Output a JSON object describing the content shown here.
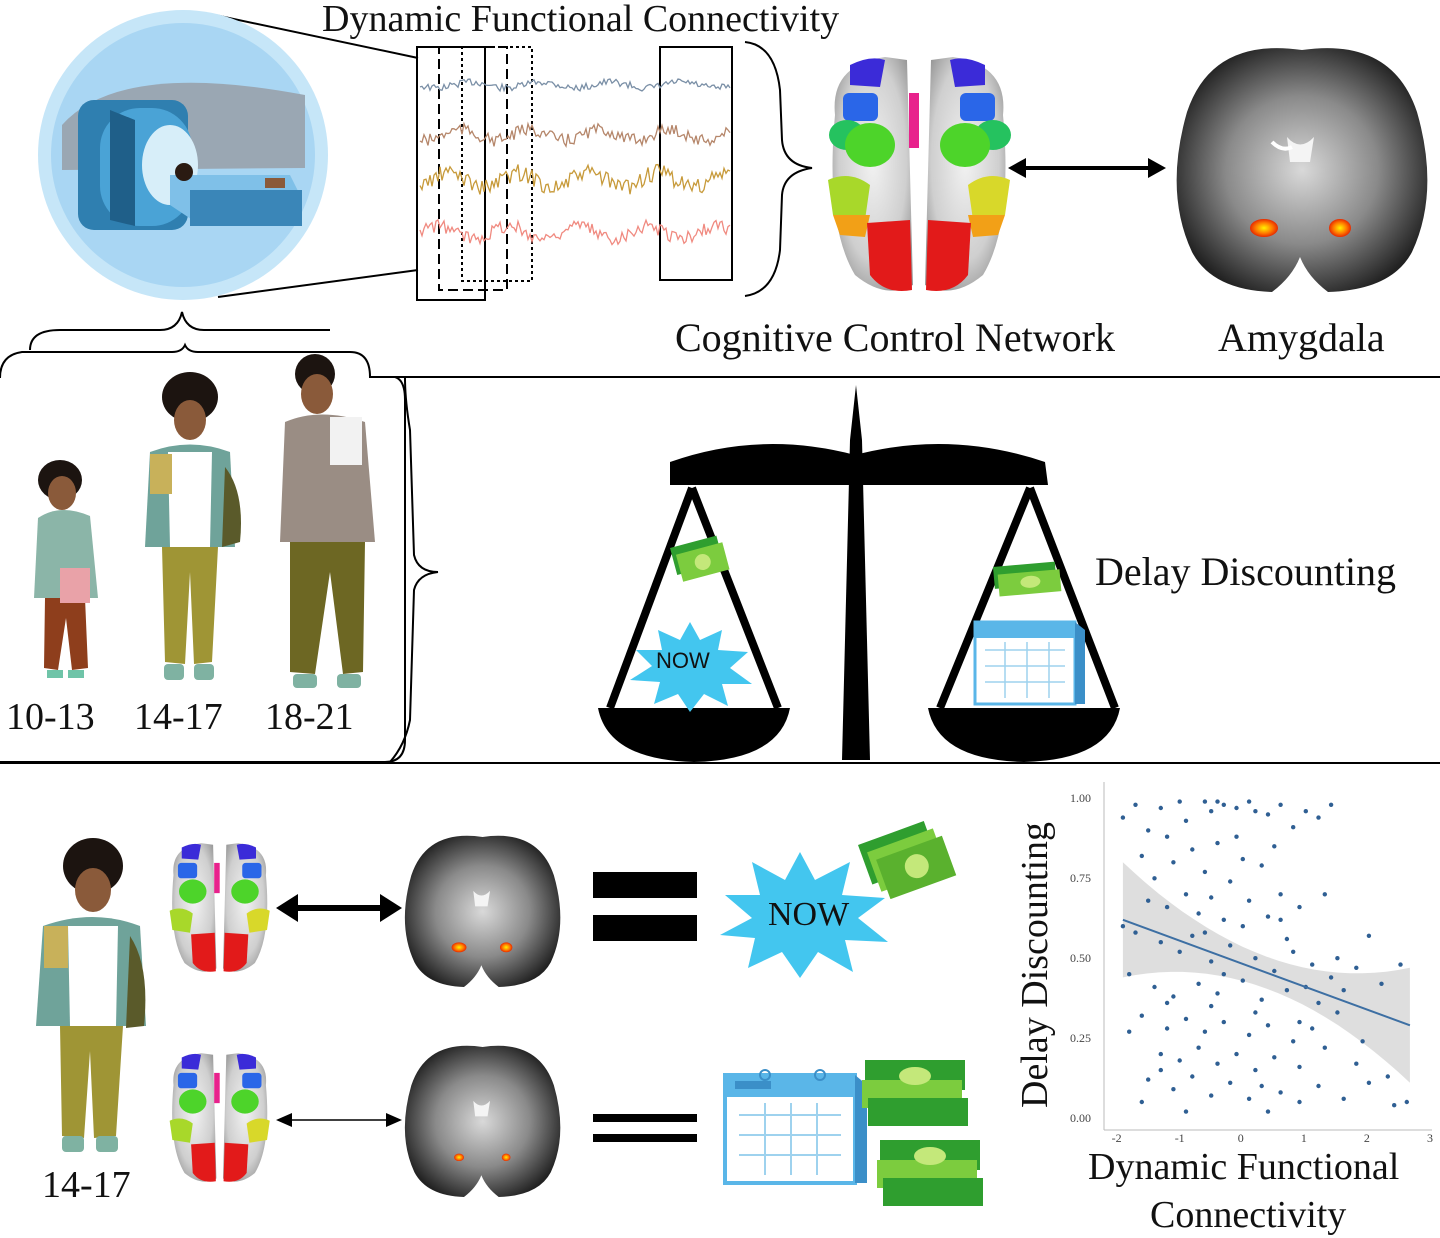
{
  "labels": {
    "dynamic_functional_connectivity": "Dynamic Functional Connectivity",
    "cognitive_control_network": "Cognitive Control Network",
    "amygdala": "Amygdala",
    "delay_discounting": "Delay Discounting",
    "now": "NOW",
    "now_small": "NOW"
  },
  "age_groups": [
    "10-13",
    "14-17",
    "18-21"
  ],
  "highlight_age_group": "14-17",
  "chart_data": {
    "type": "scatter",
    "xlabel_line1": "Dynamic Functional",
    "xlabel_line2": "Connectivity",
    "ylabel": "Delay Discounting",
    "xlim": [
      -2.2,
      3.0
    ],
    "ylim": [
      0.0,
      1.02
    ],
    "x_ticks": [
      "-2",
      "-1",
      "0",
      "1",
      "2",
      "3"
    ],
    "y_ticks": [
      "0.00",
      "0.25",
      "0.50",
      "0.75",
      "1.00"
    ],
    "fit_line": {
      "x": [
        -1.9,
        2.65
      ],
      "y": [
        0.62,
        0.29
      ]
    },
    "points": [
      [
        -1.9,
        0.94
      ],
      [
        -1.7,
        0.98
      ],
      [
        -1.5,
        0.9
      ],
      [
        -1.3,
        0.97
      ],
      [
        -1.2,
        0.88
      ],
      [
        -1.0,
        0.99
      ],
      [
        -0.9,
        0.93
      ],
      [
        -0.6,
        0.99
      ],
      [
        -0.5,
        0.96
      ],
      [
        -0.4,
        0.99
      ],
      [
        -0.3,
        0.98
      ],
      [
        -0.1,
        0.97
      ],
      [
        0.1,
        0.99
      ],
      [
        0.2,
        0.96
      ],
      [
        0.4,
        0.95
      ],
      [
        0.6,
        0.98
      ],
      [
        1.0,
        0.96
      ],
      [
        1.2,
        0.94
      ],
      [
        1.4,
        0.98
      ],
      [
        0.8,
        0.91
      ],
      [
        -1.6,
        0.82
      ],
      [
        -1.4,
        0.75
      ],
      [
        -1.1,
        0.8
      ],
      [
        -0.8,
        0.84
      ],
      [
        -0.6,
        0.77
      ],
      [
        -0.4,
        0.86
      ],
      [
        -0.2,
        0.74
      ],
      [
        0.0,
        0.81
      ],
      [
        0.3,
        0.79
      ],
      [
        0.5,
        0.85
      ],
      [
        -1.5,
        0.68
      ],
      [
        -1.2,
        0.66
      ],
      [
        -0.9,
        0.7
      ],
      [
        -0.7,
        0.64
      ],
      [
        -0.5,
        0.69
      ],
      [
        -0.3,
        0.62
      ],
      [
        0.1,
        0.68
      ],
      [
        0.4,
        0.63
      ],
      [
        0.6,
        0.7
      ],
      [
        0.9,
        0.66
      ],
      [
        -1.7,
        0.58
      ],
      [
        -1.3,
        0.55
      ],
      [
        -1.0,
        0.52
      ],
      [
        -0.8,
        0.57
      ],
      [
        -0.5,
        0.49
      ],
      [
        -0.2,
        0.54
      ],
      [
        0.2,
        0.5
      ],
      [
        0.5,
        0.46
      ],
      [
        0.8,
        0.52
      ],
      [
        1.1,
        0.48
      ],
      [
        1.4,
        0.44
      ],
      [
        1.8,
        0.47
      ],
      [
        2.2,
        0.42
      ],
      [
        2.5,
        0.48
      ],
      [
        1.6,
        0.4
      ],
      [
        1.0,
        0.41
      ],
      [
        2.0,
        0.57
      ],
      [
        -1.8,
        0.45
      ],
      [
        -1.4,
        0.41
      ],
      [
        -1.1,
        0.38
      ],
      [
        -0.7,
        0.42
      ],
      [
        -0.4,
        0.39
      ],
      [
        0.0,
        0.43
      ],
      [
        0.3,
        0.37
      ],
      [
        0.7,
        0.4
      ],
      [
        1.2,
        0.36
      ],
      [
        1.5,
        0.33
      ],
      [
        -1.6,
        0.32
      ],
      [
        -1.2,
        0.28
      ],
      [
        -0.9,
        0.31
      ],
      [
        -0.6,
        0.27
      ],
      [
        -0.3,
        0.3
      ],
      [
        0.1,
        0.26
      ],
      [
        0.4,
        0.29
      ],
      [
        0.8,
        0.24
      ],
      [
        1.1,
        0.28
      ],
      [
        -1.8,
        0.27
      ],
      [
        -1.3,
        0.2
      ],
      [
        -1.0,
        0.18
      ],
      [
        -0.7,
        0.22
      ],
      [
        -0.4,
        0.17
      ],
      [
        -0.1,
        0.2
      ],
      [
        0.2,
        0.15
      ],
      [
        0.5,
        0.19
      ],
      [
        0.9,
        0.16
      ],
      [
        1.3,
        0.22
      ],
      [
        1.9,
        0.24
      ],
      [
        2.3,
        0.13
      ],
      [
        -1.5,
        0.12
      ],
      [
        -1.1,
        0.09
      ],
      [
        -0.8,
        0.13
      ],
      [
        -0.5,
        0.07
      ],
      [
        -0.2,
        0.11
      ],
      [
        0.1,
        0.06
      ],
      [
        0.3,
        0.1
      ],
      [
        0.6,
        0.08
      ],
      [
        0.9,
        0.05
      ],
      [
        1.2,
        0.1
      ],
      [
        1.6,
        0.06
      ],
      [
        2.0,
        0.11
      ],
      [
        2.4,
        0.04
      ],
      [
        -1.9,
        0.6
      ],
      [
        -0.6,
        0.58
      ],
      [
        0.0,
        0.6
      ],
      [
        0.7,
        0.56
      ],
      [
        1.5,
        0.5
      ],
      [
        -1.2,
        0.36
      ],
      [
        0.2,
        0.33
      ],
      [
        1.8,
        0.17
      ],
      [
        -0.9,
        0.02
      ],
      [
        0.4,
        0.02
      ],
      [
        -0.3,
        0.45
      ],
      [
        0.6,
        0.62
      ],
      [
        -0.1,
        0.88
      ],
      [
        -1.3,
        0.15
      ],
      [
        2.6,
        0.05
      ],
      [
        1.3,
        0.7
      ],
      [
        -0.5,
        0.35
      ],
      [
        0.9,
        0.3
      ],
      [
        -1.6,
        0.05
      ]
    ]
  }
}
